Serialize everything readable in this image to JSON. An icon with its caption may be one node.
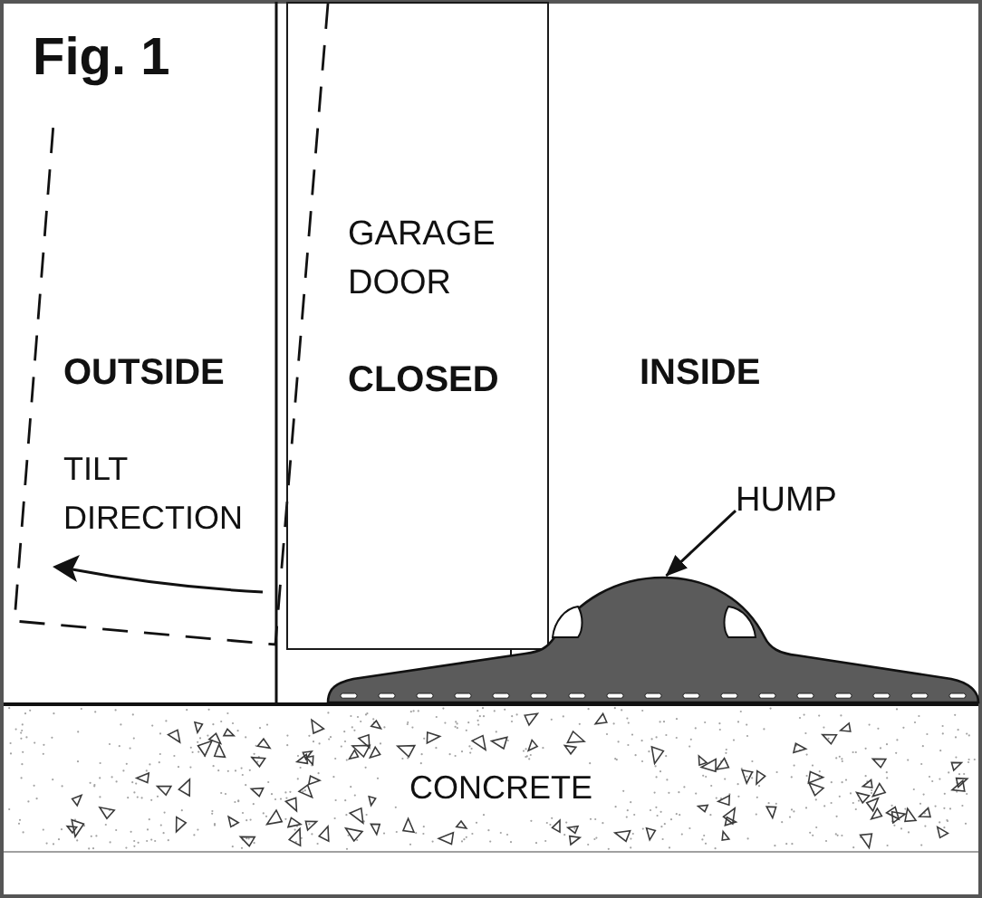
{
  "diagram": {
    "title": "Fig. 1",
    "nodes": [
      {
        "text": [
          "GARAGE DOOR",
          "CLOSED"
        ]
      },
      {
        "text": [
          "HUMP"
        ]
      },
      {
        "text": [],
        "shape": "picture"
      },
      {
        "text": [
          "CONCRETE"
        ]
      }
    ],
    "edges": [
      {
        "from": 1,
        "to": 2,
        "arrow": "to"
      }
    ],
    "labels": [
      "OUTSIDE",
      "INSIDE",
      "TILT DIRECTION"
    ]
  }
}
